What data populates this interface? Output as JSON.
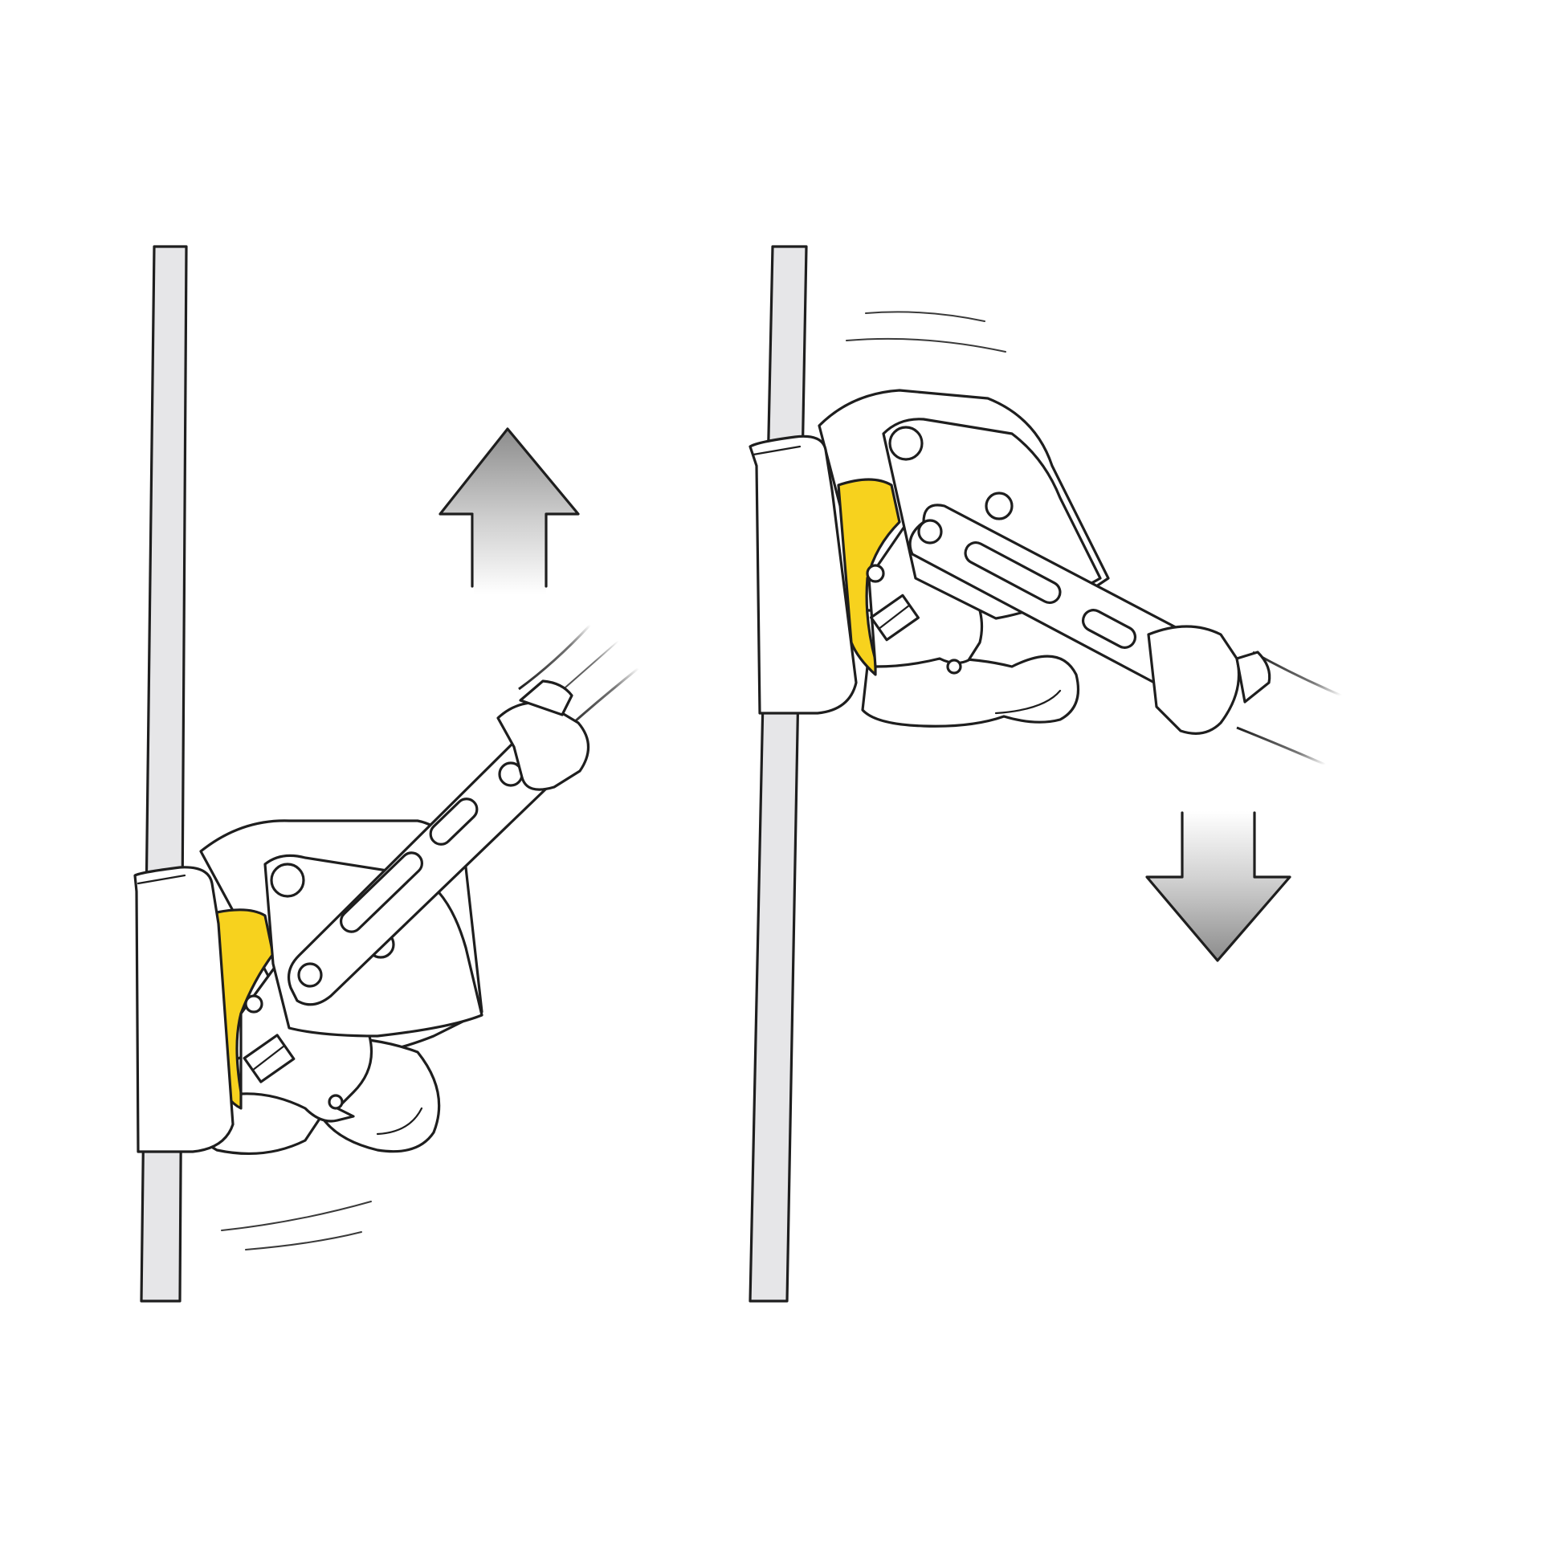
{
  "colors": {
    "background": "#ffffff",
    "outline": "#1e1e1e",
    "rope_fill": "#e6e6e8",
    "device_body": "#ffffff",
    "cam_accent": "#f7d21e",
    "sling_fill": "#ffffff",
    "arrow_dark": "#8c8c8c",
    "arrow_light": "#ffffff"
  },
  "panels": [
    {
      "name": "left",
      "state": "device pushed up the rope",
      "arrow_direction": "up",
      "arrow_icon": "arrow-up-icon"
    },
    {
      "name": "right",
      "state": "device pulled down, cam locking on rope",
      "arrow_direction": "down",
      "arrow_icon": "arrow-down-icon"
    }
  ]
}
